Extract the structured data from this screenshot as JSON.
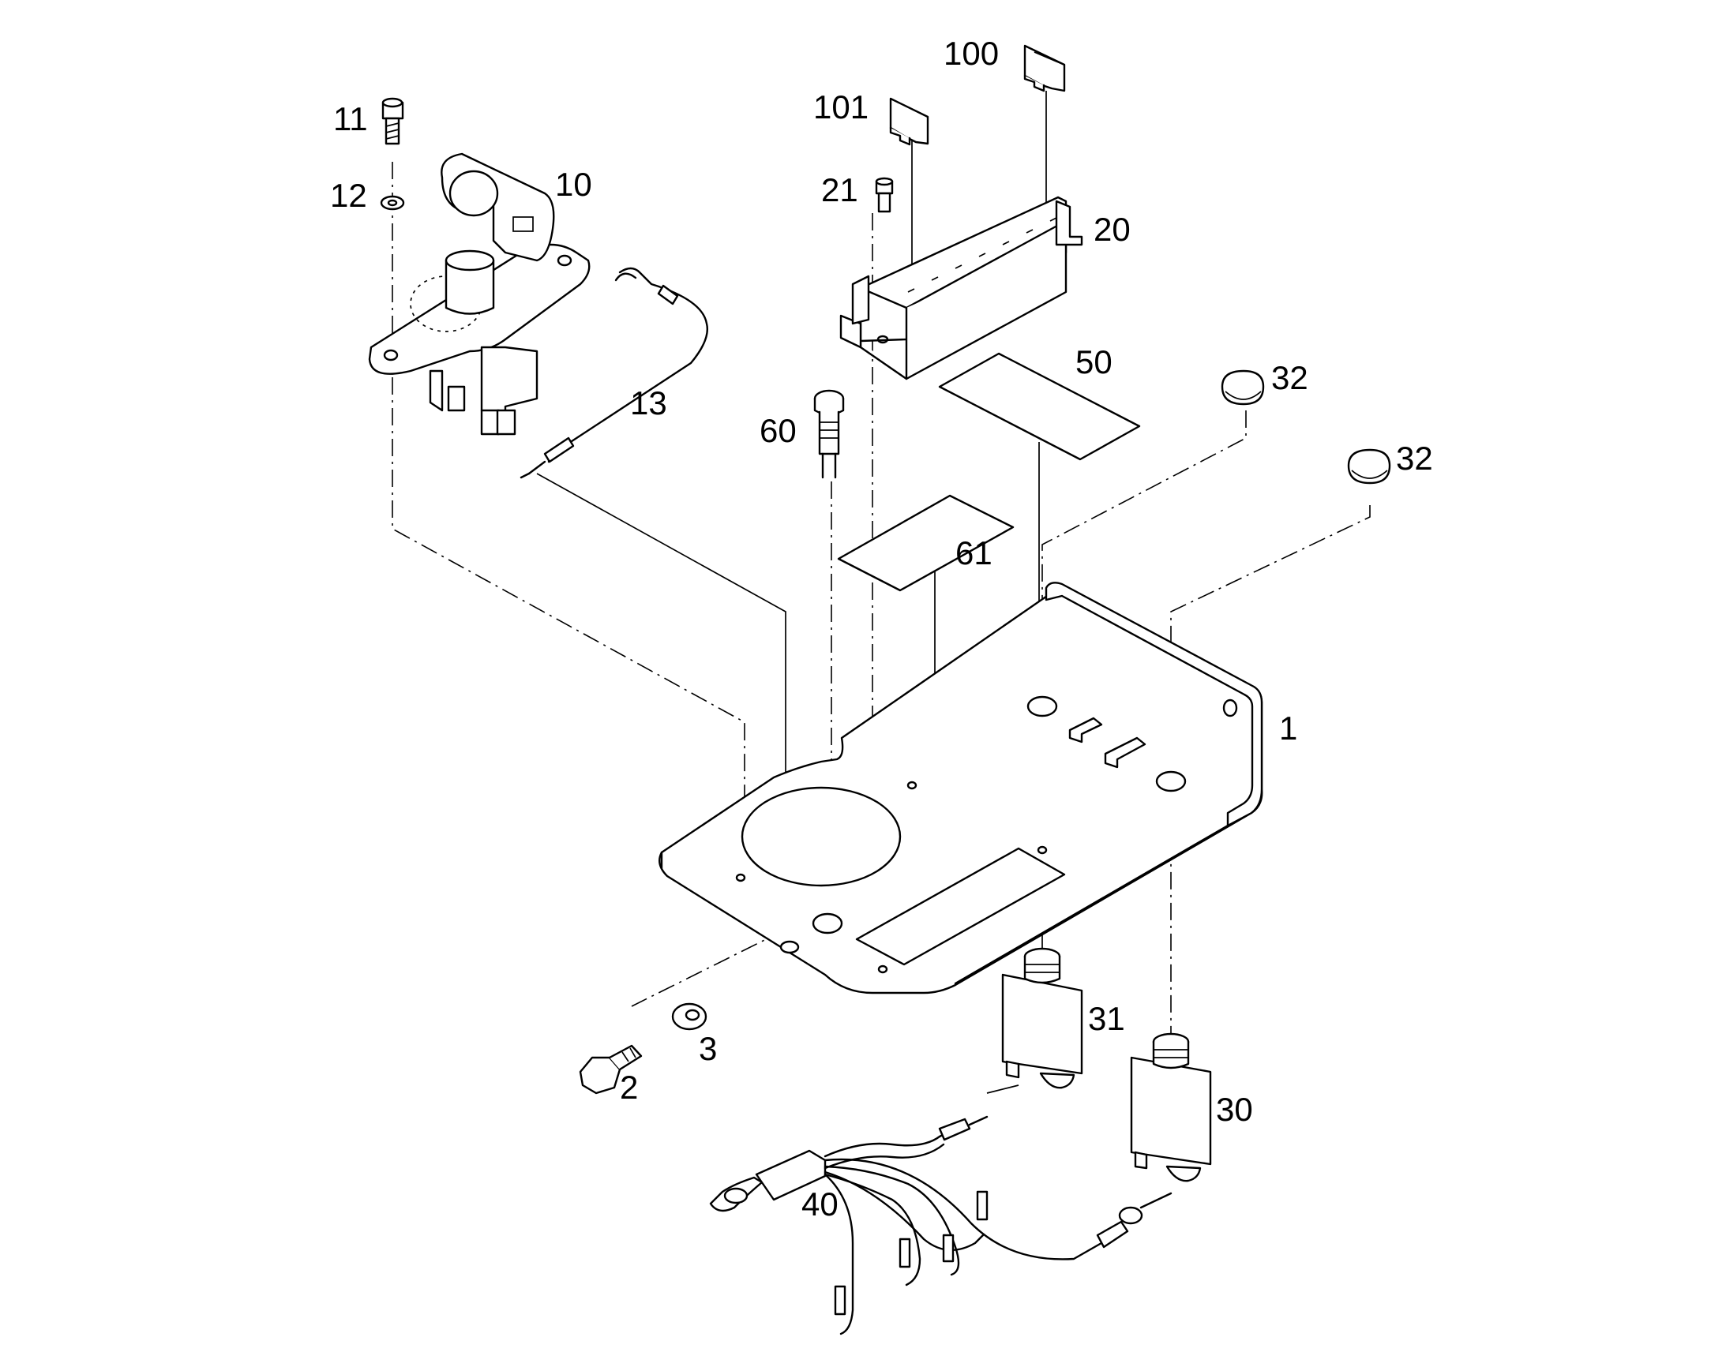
{
  "diagram": {
    "colors": {
      "line": "#000000",
      "background": "#ffffff"
    },
    "callouts": {
      "p1": "1",
      "p2": "2",
      "p3": "3",
      "p10": "10",
      "p11": "11",
      "p12": "12",
      "p13": "13",
      "p20": "20",
      "p21": "21",
      "p30": "30",
      "p31": "31",
      "p32a": "32",
      "p32b": "32",
      "p40": "40",
      "p50": "50",
      "p60": "60",
      "p61": "61",
      "p100": "100",
      "p101": "101"
    }
  }
}
